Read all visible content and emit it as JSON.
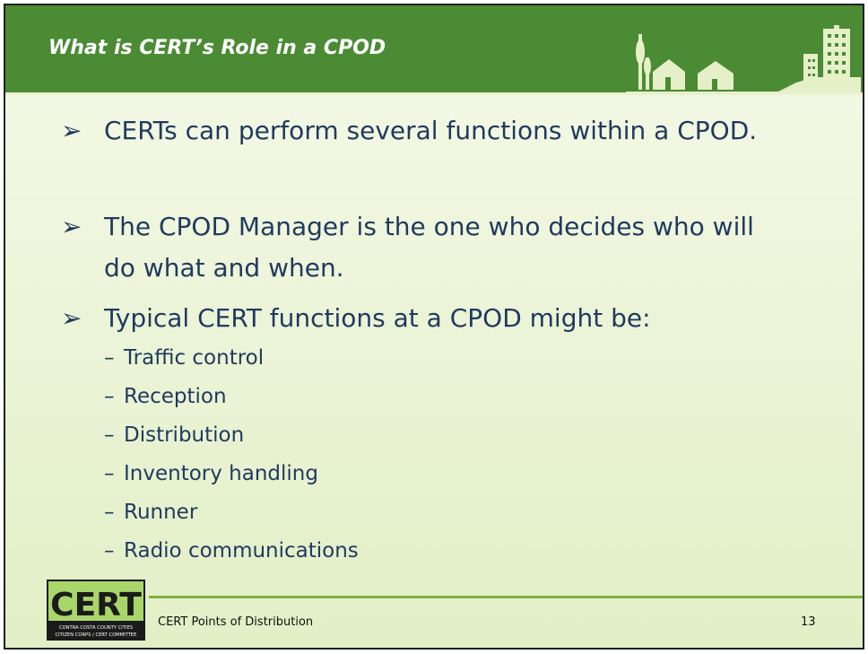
{
  "slide": {
    "title": "What is CERT’s Role in a CPOD",
    "bullets": [
      "CERTs can perform several functions within a CPOD.",
      "The CPOD Manager is the one who decides who will do what and when.",
      "Typical CERT functions at a CPOD might be:"
    ],
    "sub_items": [
      "Traffic control",
      "Reception",
      "Distribution",
      "Inventory handling",
      "Runner",
      "Radio communications"
    ],
    "bullet_marker": "➢",
    "sub_marker": "–",
    "footer": "CERT Points of Distribution",
    "page_number": "13"
  },
  "logo": {
    "text": "CERT",
    "line1": "CONTRA COSTA COUNTY CITIES",
    "line2": "CITIZEN CORPS / CERT COMMITTEE"
  },
  "colors": {
    "header": "#4a8b33",
    "text": "#1f3a5f",
    "accent": "#7bb23f"
  }
}
